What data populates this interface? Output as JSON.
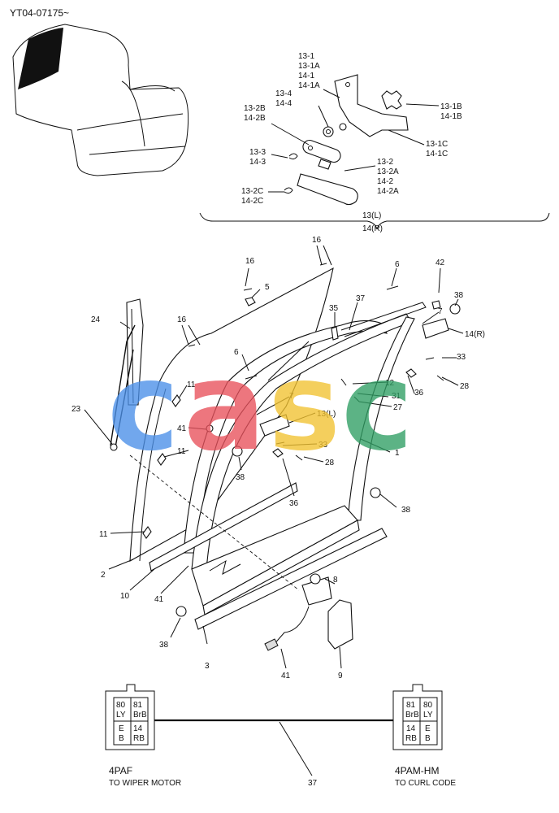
{
  "doc_code": "YT04-07175~",
  "callouts": {
    "c1": "1",
    "c2": "2",
    "c3": "3",
    "c5": "5",
    "c6a": "6",
    "c6b": "6",
    "c7a": "7",
    "c7b": "7",
    "c8": "8",
    "c9": "9",
    "c10": "10",
    "c11a": "11",
    "c11b": "11",
    "c11c": "11",
    "c11d": "11",
    "c12": "12",
    "c13L": "13(L)",
    "c14R": "14(R)",
    "c16a": "16",
    "c16b": "16",
    "c16c": "16",
    "c23": "23",
    "c24": "24",
    "c27": "27",
    "c28a": "28",
    "c28b": "28",
    "c31": "31",
    "c33a": "33",
    "c33b": "33",
    "c35": "35",
    "c36a": "36",
    "c36b": "36",
    "c37a": "37",
    "c37b": "37",
    "c38a": "38",
    "c38b": "38",
    "c38c": "38",
    "c38d": "38",
    "c41a": "41",
    "c41b": "41",
    "c41c": "41",
    "c42": "42"
  },
  "inset": {
    "g1": [
      "13-1",
      "13-1A",
      "14-1",
      "14-1A"
    ],
    "g1b": [
      "13-1B",
      "14-1B"
    ],
    "g1c": [
      "13-1C",
      "14-1C"
    ],
    "g2b": [
      "13-2B",
      "14-2B"
    ],
    "g3": [
      "13-3",
      "14-3"
    ],
    "g4": [
      "13-4",
      "14-4"
    ],
    "g2": [
      "13-2",
      "13-2A",
      "14-2",
      "14-2A"
    ],
    "g2c": [
      "13-2C",
      "14-2C"
    ],
    "bracket": [
      "13(L)",
      "14(R)"
    ]
  },
  "connector_left": {
    "cells": [
      "80",
      "81",
      "LY",
      "BrB",
      "E",
      "14",
      "B",
      "RB"
    ],
    "name": "4PAF",
    "caption": "TO WIPER MOTOR"
  },
  "connector_right": {
    "cells": [
      "81",
      "80",
      "BrB",
      "LY",
      "14",
      "E",
      "RB",
      "B"
    ],
    "name": "4PAM-HM",
    "caption": "TO CURL CODE"
  },
  "harness_label": "37",
  "watermark": {
    "letters": [
      "c",
      "a",
      "s",
      "c"
    ],
    "colors": [
      "#4a8fe8",
      "#e8505b",
      "#f2c230",
      "#2f9e63"
    ]
  }
}
